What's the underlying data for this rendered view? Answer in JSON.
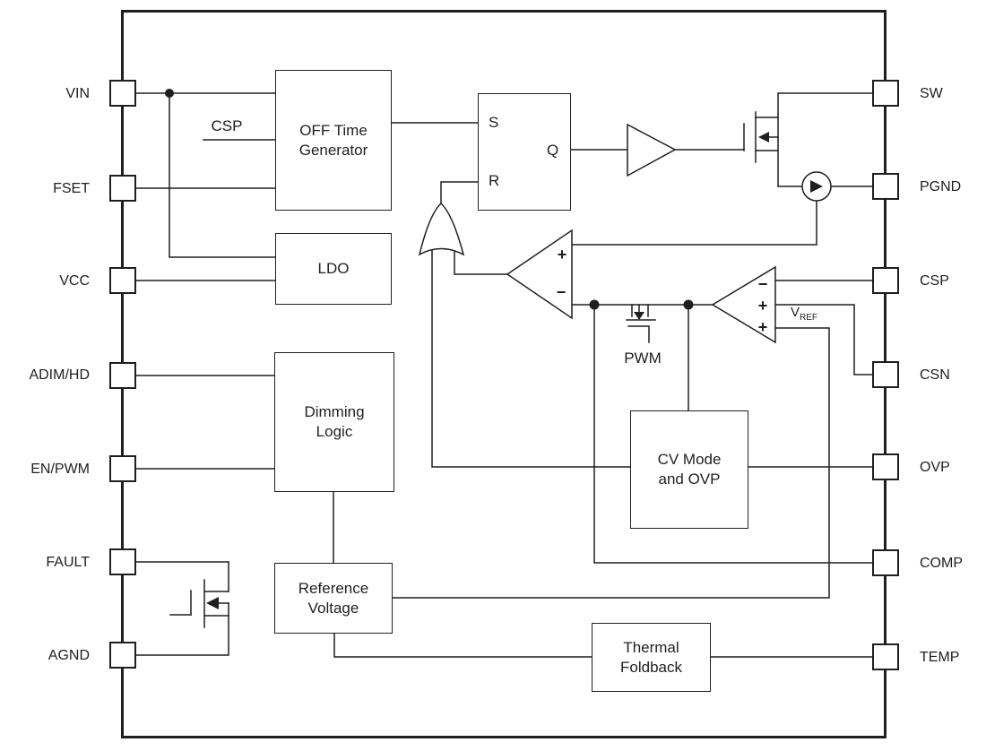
{
  "diagram": {
    "type": "ic-functional-block-diagram",
    "colors": {
      "line": "#1f1f1f",
      "background": "#ffffff"
    },
    "pins_left": [
      "VIN",
      "FSET",
      "VCC",
      "ADIM/HD",
      "EN/PWM",
      "FAULT",
      "AGND"
    ],
    "pins_right": [
      "SW",
      "PGND",
      "CSP",
      "CSN",
      "OVP",
      "COMP",
      "TEMP"
    ],
    "blocks": {
      "off_time_generator": {
        "line1": "OFF Time",
        "line2": "Generator"
      },
      "ldo": {
        "line1": "LDO"
      },
      "dimming_logic": {
        "line1": "Dimming",
        "line2": "Logic"
      },
      "reference_voltage": {
        "line1": "Reference",
        "line2": "Voltage"
      },
      "cv_mode_ovp": {
        "line1": "CV Mode",
        "line2": "and OVP"
      },
      "thermal_foldback": {
        "line1": "Thermal",
        "line2": "Foldback"
      },
      "sr_latch": {
        "s": "S",
        "q": "Q",
        "r": "R"
      }
    },
    "labels": {
      "csp_input": "CSP",
      "pwm": "PWM",
      "vref_main": "V",
      "vref_sub": "REF"
    },
    "symbols": {
      "plus": "+",
      "minus": "−"
    }
  }
}
